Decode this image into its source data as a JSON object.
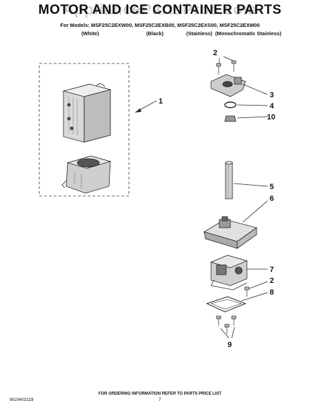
{
  "watermark": "AppliancePartsPros.com",
  "title": "MOTOR AND ICE CONTAINER PARTS",
  "models_line": "For Models: MSF25C2EXW00, MSF25C2EXB00, MSF25C2EXS00, MSF25C2EXM00",
  "colors": [
    "(White)",
    "(Black)",
    "(Stainless)",
    "(Monochromatic Stainless)"
  ],
  "callouts": [
    "1",
    "2",
    "3",
    "4",
    "10",
    "5",
    "6",
    "7",
    "2",
    "8",
    "9"
  ],
  "footer": {
    "order_info": "FOR ORDERING INFORMATION REFER TO PARTS PRICE LIST",
    "doc_number": "W10403119",
    "page_number": "7"
  }
}
